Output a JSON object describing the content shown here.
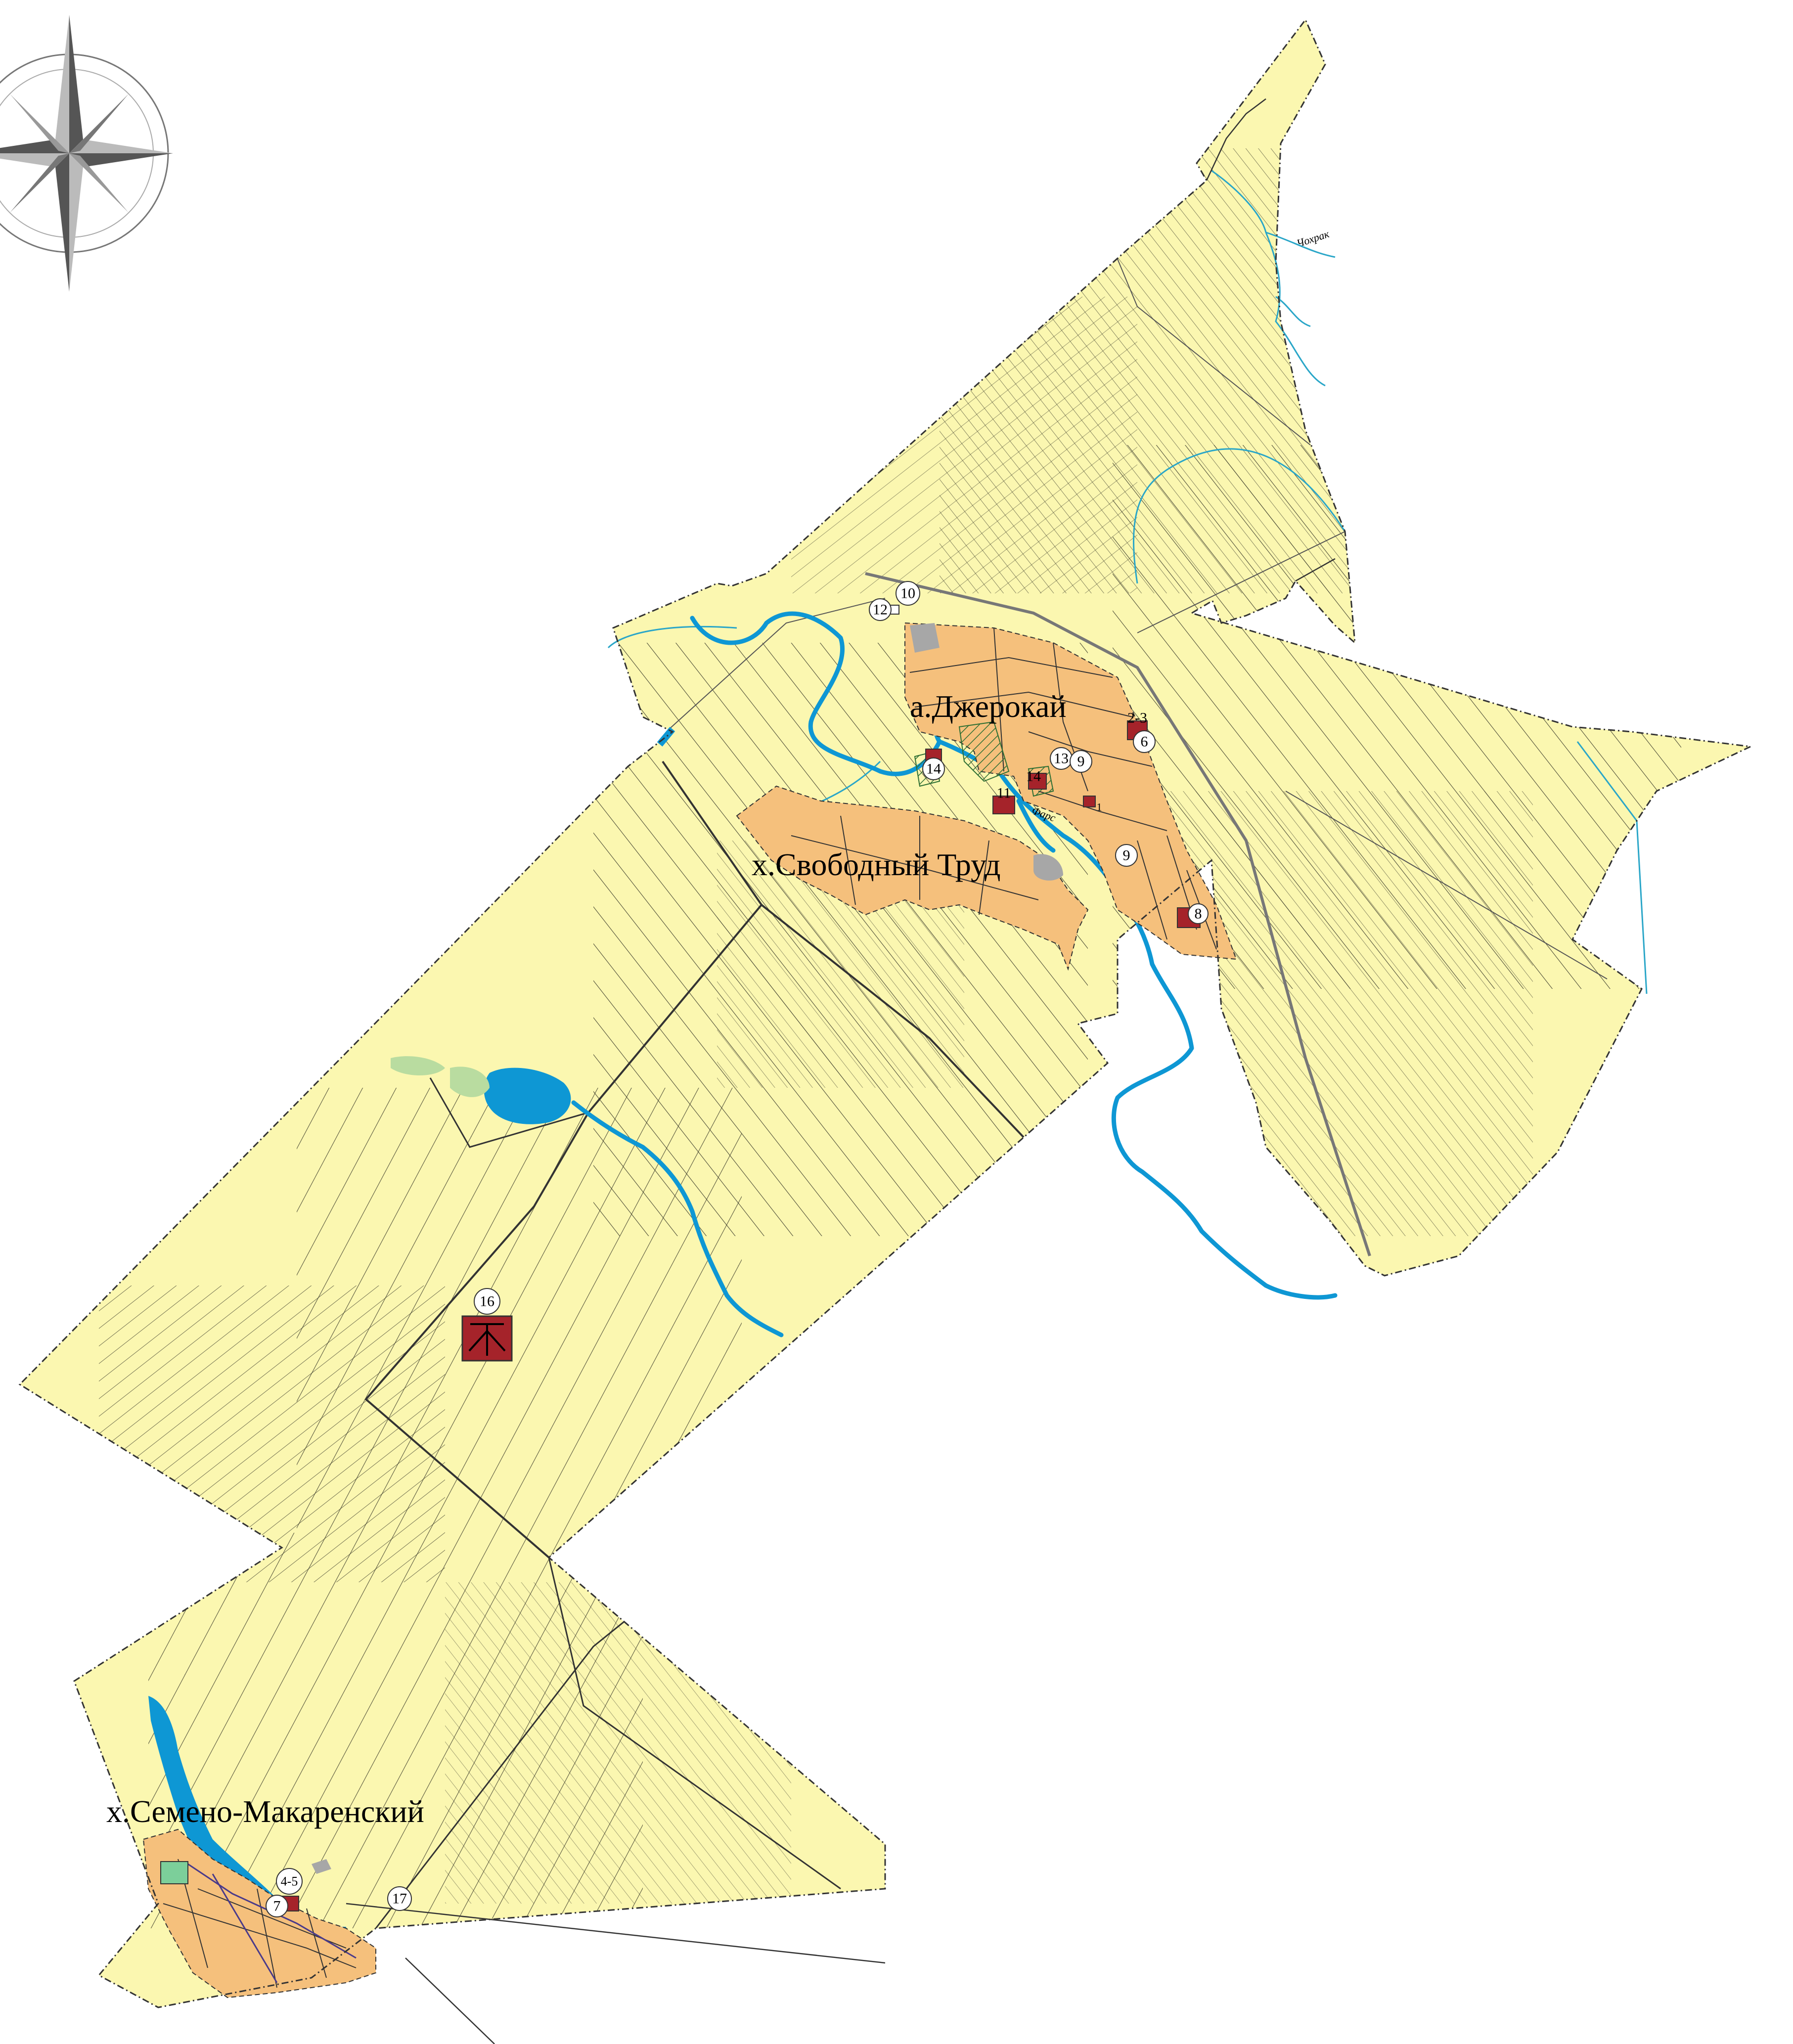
{
  "map": {
    "colors": {
      "background": "#ffffff",
      "territory": "#fbf7b0",
      "settlement": "#f5c07c",
      "water": "#0e97d4",
      "stream": "#2aa6c8",
      "forest": "#b9dca0",
      "facility": "#a5232a",
      "industrial": "#a7a7a7",
      "plot_lines": "#3a3a2a"
    },
    "settlements": [
      {
        "id": "dzherokay",
        "label": "а.Джерокай"
      },
      {
        "id": "svobodny-trud",
        "label": "х.Свободный Труд"
      },
      {
        "id": "semeno-makarensky",
        "label": "х.Семено-Макаренский"
      }
    ],
    "rivers": [
      {
        "id": "chokhrak",
        "label": "Чохрак"
      },
      {
        "id": "fars",
        "label": "Фарс"
      }
    ],
    "markers": [
      {
        "id": "m10",
        "label": "10",
        "icon": "circle-number-icon"
      },
      {
        "id": "m12",
        "label": "12",
        "icon": "small-square-icon"
      },
      {
        "id": "m2-3",
        "label": "2-3",
        "icon": "facility-icon"
      },
      {
        "id": "m6",
        "label": "6",
        "icon": "circle-number-icon"
      },
      {
        "id": "m13",
        "label": "13",
        "icon": "circle-number-icon"
      },
      {
        "id": "m9a",
        "label": "9",
        "icon": "circle-number-icon"
      },
      {
        "id": "m14a",
        "label": "14",
        "icon": "forest-park-icon"
      },
      {
        "id": "m14b",
        "label": "14",
        "icon": "forest-park-icon"
      },
      {
        "id": "m11",
        "label": "11",
        "icon": "facility-icon"
      },
      {
        "id": "m1",
        "label": "1",
        "icon": "facility-icon"
      },
      {
        "id": "m9b",
        "label": "9",
        "icon": "circle-number-icon"
      },
      {
        "id": "m8",
        "label": "8",
        "icon": "facility-icon"
      },
      {
        "id": "m16",
        "label": "16",
        "icon": "cemetery-icon"
      },
      {
        "id": "m4-5",
        "label": "4-5",
        "icon": "circle-number-icon"
      },
      {
        "id": "m7",
        "label": "7",
        "icon": "facility-icon"
      },
      {
        "id": "m17",
        "label": "17",
        "icon": "circle-number-icon"
      }
    ],
    "compass": {
      "icon": "compass-rose-icon"
    }
  }
}
